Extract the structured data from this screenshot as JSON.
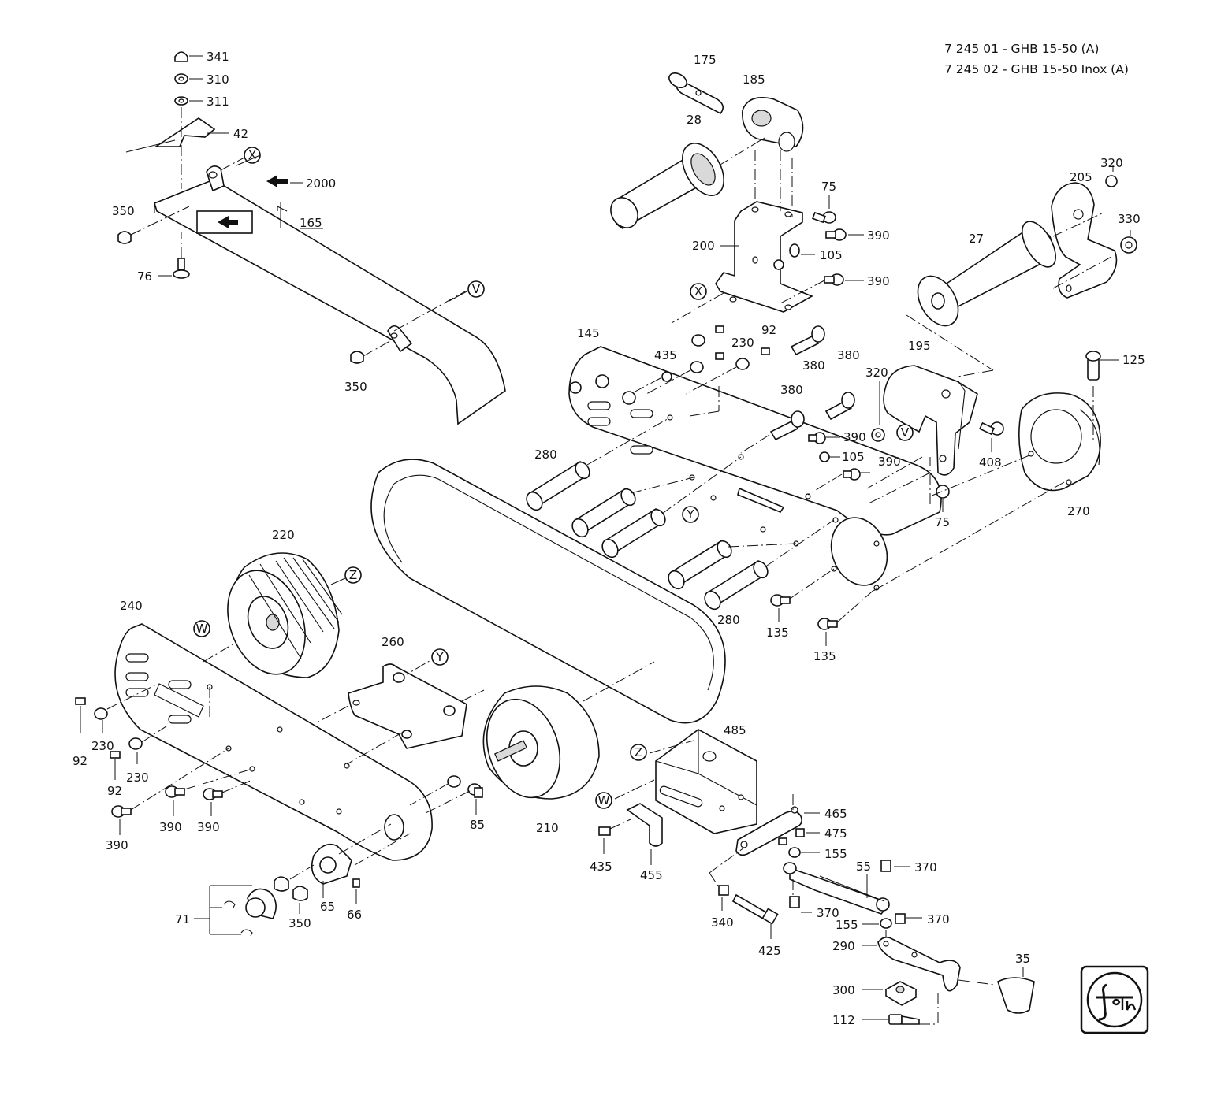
{
  "header": {
    "line1": "7 245 01 - GHB 15-50 (A)",
    "line2": "7 245 02 - GHB 15-50 Inox (A)"
  },
  "logo": {
    "text": "Fein"
  },
  "reference_markers": {
    "V": "V",
    "W": "W",
    "X": "X",
    "Y": "Y",
    "Z": "Z"
  },
  "labels": {
    "p341": "341",
    "p310": "310",
    "p311": "311",
    "p42": "42",
    "p2000": "2000",
    "p350a": "350",
    "p165": "165",
    "p76": "76",
    "p350b": "350",
    "p175": "175",
    "p185": "185",
    "p28": "28",
    "p75a": "75",
    "p390a": "390",
    "p200": "200",
    "p105a": "105",
    "p390b": "390",
    "p320a": "320",
    "p205": "205",
    "p330": "330",
    "p27": "27",
    "p145": "145",
    "p435a": "435",
    "p92a": "92",
    "p230a": "230",
    "p380a": "380",
    "p380b": "380",
    "p380c": "380",
    "p195": "195",
    "p125": "125",
    "p320b": "320",
    "p390c": "390",
    "p105b": "105",
    "p390d": "390",
    "p408": "408",
    "p75b": "75",
    "p270": "270",
    "p280a": "280",
    "p280b": "280",
    "p135a": "135",
    "p135b": "135",
    "p220": "220",
    "p240": "240",
    "p260": "260",
    "p92b": "92",
    "p230b": "230",
    "p92c": "92",
    "p230c": "230",
    "p390e": "390",
    "p390f": "390",
    "p390g": "390",
    "p85": "85",
    "p210": "210",
    "p71": "71",
    "p350c": "350",
    "p65": "65",
    "p66": "66",
    "p485": "485",
    "p465": "465",
    "p475": "475",
    "p155a": "155",
    "p435b": "435",
    "p455": "455",
    "p55": "55",
    "p370a": "370",
    "p370b": "370",
    "p370c": "370",
    "p340": "340",
    "p155b": "155",
    "p425": "425",
    "p290": "290",
    "p35": "35",
    "p300": "300",
    "p112": "112"
  }
}
